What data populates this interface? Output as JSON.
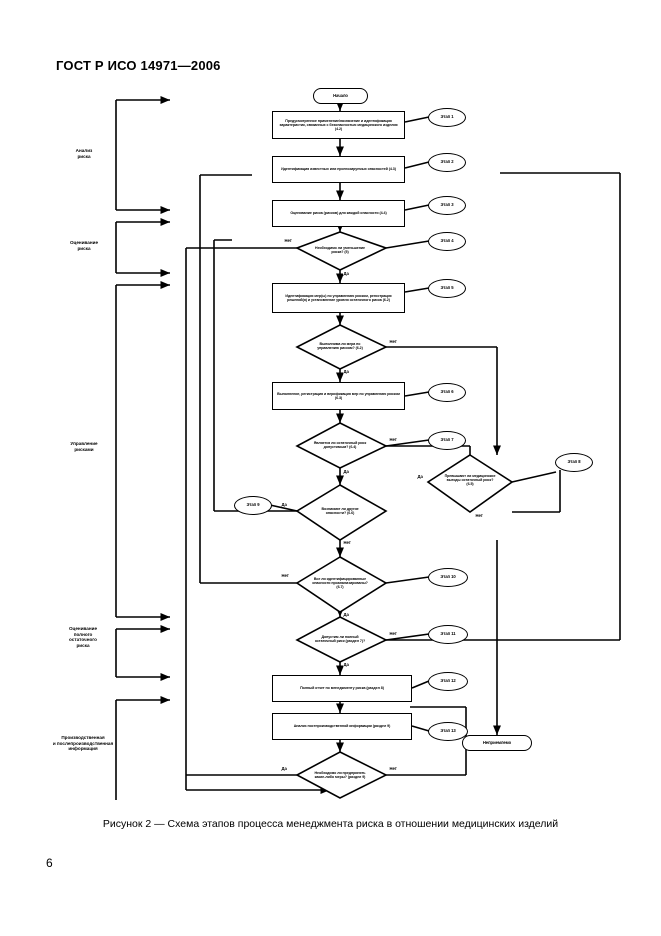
{
  "document": {
    "standard_header": "ГОСТ Р ИСО 14971—2006",
    "page_number": "6",
    "figure_caption": "Рисунок 2 — Схема этапов процесса менеджмента риска в отношении медицинских изделий"
  },
  "phases": [
    {
      "id": "phase-risk-analysis",
      "label": "Анализ\nриска"
    },
    {
      "id": "phase-risk-evaluation",
      "label": "Оценивание\nриска"
    },
    {
      "id": "phase-risk-control",
      "label": "Управление\nрисками"
    },
    {
      "id": "phase-overall-residual-risk",
      "label": "Оценивание\nполного\nостаточного\nриска"
    },
    {
      "id": "phase-production-info",
      "label": "Производственная\nи послепроизводственная\nинформация"
    }
  ],
  "terminals": {
    "start": "Начало",
    "unacceptable": "Неприемлемо"
  },
  "steps": [
    {
      "id": "step-1",
      "label": "Этап 1"
    },
    {
      "id": "step-2",
      "label": "Этап 2"
    },
    {
      "id": "step-3",
      "label": "Этап 3"
    },
    {
      "id": "step-4",
      "label": "Этап 4"
    },
    {
      "id": "step-5",
      "label": "Этап 5"
    },
    {
      "id": "step-6",
      "label": "Этап 6"
    },
    {
      "id": "step-7",
      "label": "Этап 7"
    },
    {
      "id": "step-8",
      "label": "Этап 8"
    },
    {
      "id": "step-9",
      "label": "Этап 9"
    },
    {
      "id": "step-10",
      "label": "Этап 10"
    },
    {
      "id": "step-11",
      "label": "Этап 11"
    },
    {
      "id": "step-12",
      "label": "Этап 12"
    },
    {
      "id": "step-13",
      "label": "Этап 13"
    }
  ],
  "nodes": [
    {
      "id": "node-1",
      "type": "process",
      "text": "Предусмотренное применение/назначение и идентификация характеристик, связанных с безопасностью медицинского изделия (4.2)"
    },
    {
      "id": "node-2",
      "type": "process",
      "text": "Идентификация известных или прогнозируемых опасностей (4.3)"
    },
    {
      "id": "node-3",
      "type": "process",
      "text": "Оценивание риска (рисков) для каждой опасности (4.4)"
    },
    {
      "id": "node-4",
      "type": "decision",
      "text": "Необходимо ли уменьшение риска? (5)"
    },
    {
      "id": "node-5",
      "type": "process",
      "text": "Идентификация мер(ы) по управлению риском, регистрация решений(я) и установление уровня остаточного риска (6.2)"
    },
    {
      "id": "node-6",
      "type": "decision",
      "text": "Выполнима ли мера по управлению риском? (6.2)"
    },
    {
      "id": "node-7",
      "type": "process",
      "text": "Выполнение, регистрация и верификация мер по управлению риском (6.3)"
    },
    {
      "id": "node-8",
      "type": "decision",
      "text": "Является ли остаточный риск допустимым? (6.4)"
    },
    {
      "id": "node-9",
      "type": "decision",
      "text": "Превышают ли медицинские выгоды остаточный риск? (6.5)"
    },
    {
      "id": "node-10",
      "type": "decision",
      "text": "Возникают ли другие опасности? (6.6)"
    },
    {
      "id": "node-11",
      "type": "decision",
      "text": "Все ли идентифицированные опасности проанализированы? (6.7)"
    },
    {
      "id": "node-12",
      "type": "decision",
      "text": "Допустим ли полный остаточный риск (раздел 7)?"
    },
    {
      "id": "node-13",
      "type": "process",
      "text": "Полный отчет по менеджменту риска (раздел 8)"
    },
    {
      "id": "node-14",
      "type": "process",
      "text": "Анализ постпроизводственной информации (раздел 9)"
    },
    {
      "id": "node-15",
      "type": "decision",
      "text": "Необходимо ли предпринять какие-либо меры? (раздел 9)"
    }
  ],
  "edge_labels": {
    "yes": "Да",
    "no": "Нет"
  },
  "colors": {
    "ink": "#000000",
    "paper": "#ffffff"
  }
}
